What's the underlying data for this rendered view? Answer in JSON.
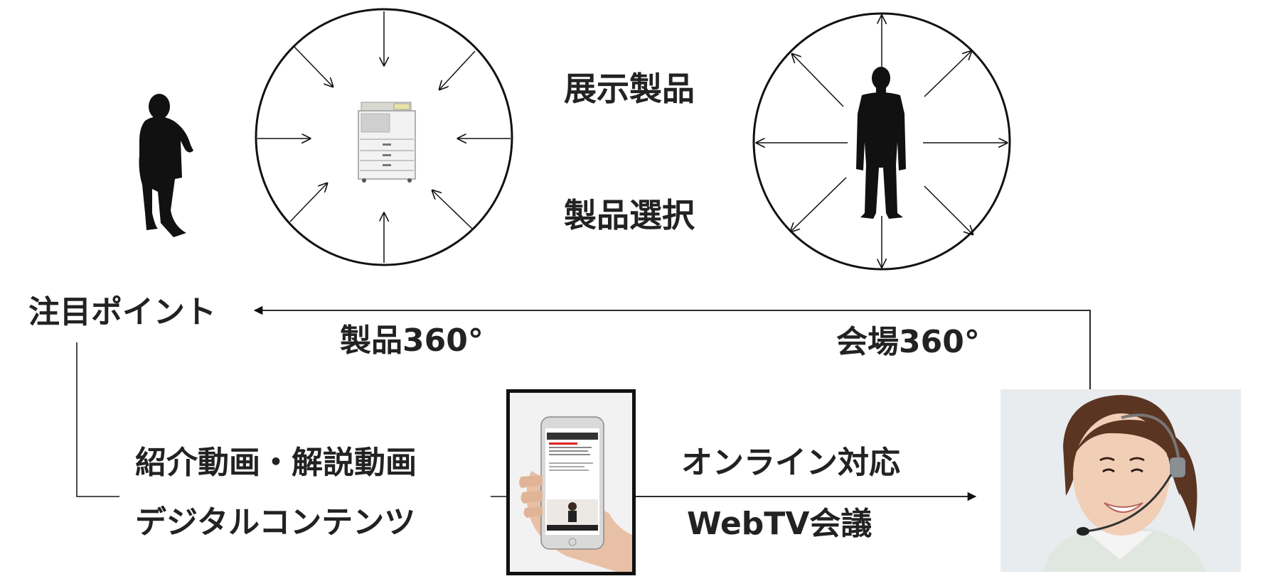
{
  "labels": {
    "exhibit_products": "展示製品",
    "product_selection": "製品選択",
    "attention_point": "注目ポイント",
    "product_360": "製品360°",
    "venue_360": "会場360°",
    "intro_videos": "紹介動画・解説動画",
    "digital_content": "デジタルコンテンツ",
    "online_support": "オンライン対応",
    "webtv_meeting": "WebTV会議"
  },
  "icons": {
    "visitor": "walking-person-silhouette-icon",
    "copier": "multifunction-printer-icon",
    "standing_person": "standing-person-silhouette-icon",
    "smartphone": "hand-holding-smartphone-icon",
    "operator": "headset-operator-icon"
  },
  "colors": {
    "text": "#222222",
    "lines": "#111111",
    "background": "#ffffff"
  }
}
